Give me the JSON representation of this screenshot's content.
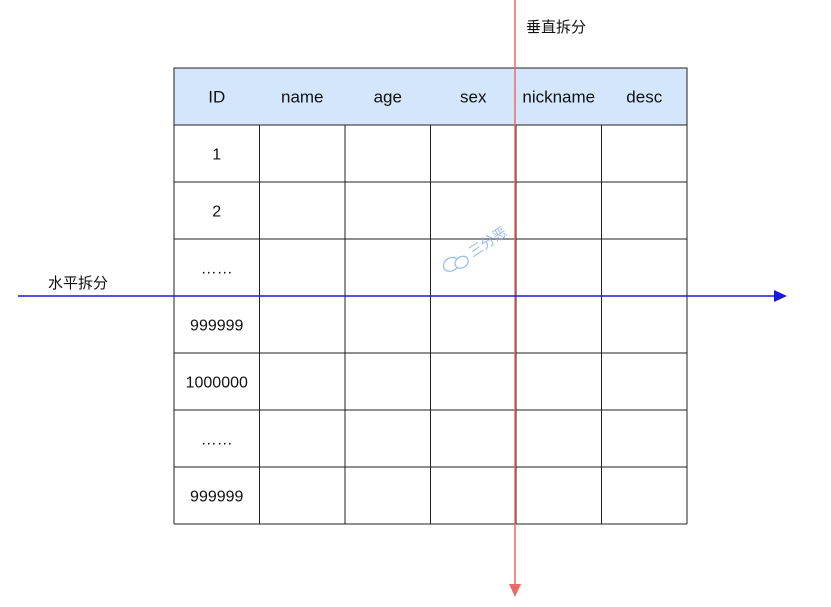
{
  "labels": {
    "vertical_split": "垂直拆分",
    "horizontal_split": "水平拆分"
  },
  "table": {
    "columns": [
      "ID",
      "name",
      "age",
      "sex",
      "nickname",
      "desc"
    ],
    "id_values": [
      "1",
      "2",
      "……",
      "999999",
      "1000000",
      "……",
      "999999"
    ]
  },
  "watermark": {
    "text": "三分恶",
    "icon": "wechat-icon"
  },
  "colors": {
    "header_fill": "#d4e6fb",
    "vertical_line": "#ea6b66",
    "horizontal_line": "#1a1ad6",
    "grid": "#222222"
  }
}
